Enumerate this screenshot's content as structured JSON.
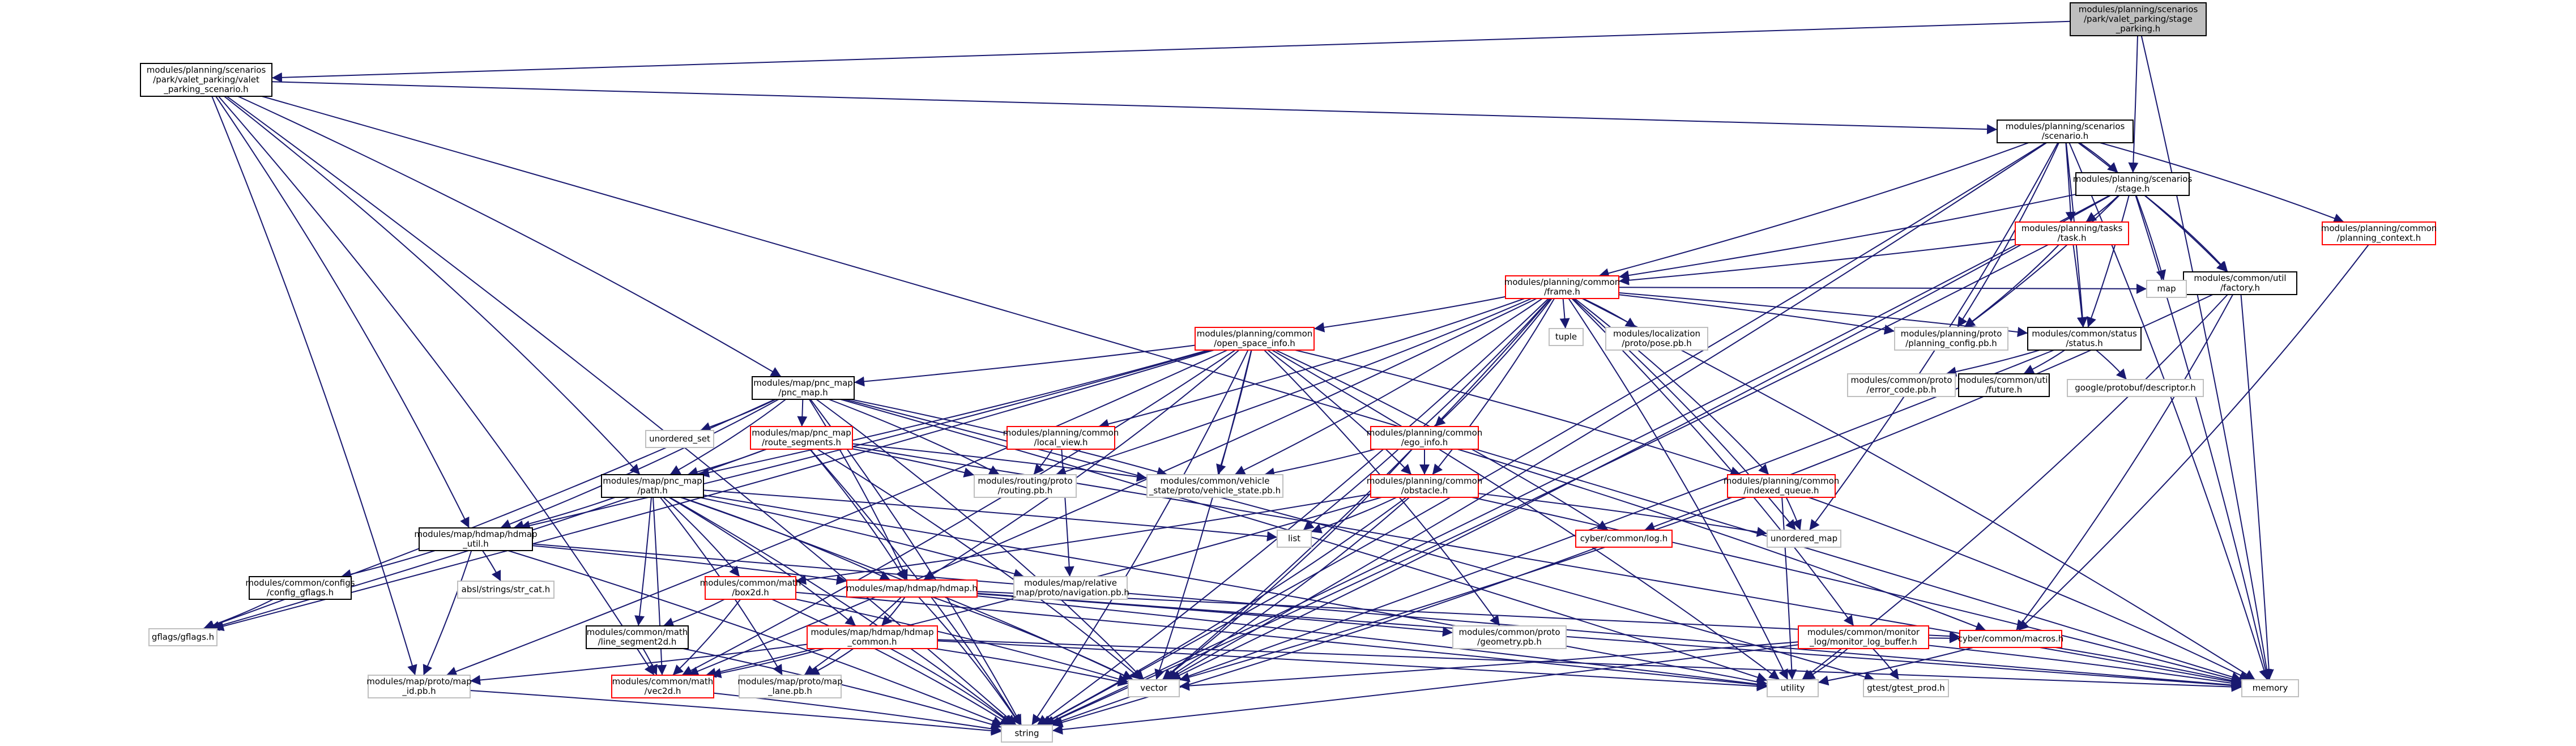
{
  "graph": {
    "edge_color": "#191970",
    "root_fill": "#bfbfbf",
    "highlight_border": "#ff0000",
    "nodes": [
      {
        "id": "n_root",
        "kind": "root",
        "lines": [
          "modules/planning/scenarios",
          "/park/valet_parking/stage",
          "_parking.h"
        ]
      },
      {
        "id": "n_valet",
        "kind": "normal",
        "lines": [
          "modules/planning/scenarios",
          "/park/valet_parking/valet",
          "_parking_scenario.h"
        ]
      },
      {
        "id": "n_scenario",
        "kind": "normal",
        "lines": [
          "modules/planning/scenarios",
          "/scenario.h"
        ]
      },
      {
        "id": "n_stage",
        "kind": "normal",
        "lines": [
          "modules/planning/scenarios",
          "/stage.h"
        ]
      },
      {
        "id": "n_task",
        "kind": "red",
        "lines": [
          "modules/planning/tasks",
          "/task.h"
        ]
      },
      {
        "id": "n_pctx",
        "kind": "red",
        "lines": [
          "modules/planning/common",
          "/planning_context.h"
        ]
      },
      {
        "id": "n_factory",
        "kind": "normal",
        "lines": [
          "modules/common/util",
          "/factory.h"
        ]
      },
      {
        "id": "n_frame",
        "kind": "red",
        "lines": [
          "modules/planning/common",
          "/frame.h"
        ]
      },
      {
        "id": "n_map",
        "kind": "plain",
        "lines": [
          "map"
        ]
      },
      {
        "id": "n_tuple",
        "kind": "plain",
        "lines": [
          "tuple"
        ]
      },
      {
        "id": "n_pose",
        "kind": "plain",
        "lines": [
          "modules/localization",
          "/proto/pose.pb.h"
        ]
      },
      {
        "id": "n_pconf",
        "kind": "plain",
        "lines": [
          "modules/planning/proto",
          "/planning_config.pb.h"
        ]
      },
      {
        "id": "n_status",
        "kind": "normal",
        "lines": [
          "modules/common/status",
          "/status.h"
        ]
      },
      {
        "id": "n_errcode",
        "kind": "plain",
        "lines": [
          "modules/common/proto",
          "/error_code.pb.h"
        ]
      },
      {
        "id": "n_future",
        "kind": "normal",
        "lines": [
          "modules/common/util",
          "/future.h"
        ]
      },
      {
        "id": "n_desc",
        "kind": "plain",
        "lines": [
          "google/protobuf/descriptor.h"
        ]
      },
      {
        "id": "n_osi",
        "kind": "red",
        "lines": [
          "modules/planning/common",
          "/open_space_info.h"
        ]
      },
      {
        "id": "n_pncmap",
        "kind": "normal",
        "lines": [
          "modules/map/pnc_map",
          "/pnc_map.h"
        ]
      },
      {
        "id": "n_unset",
        "kind": "plain",
        "lines": [
          "unordered_set"
        ]
      },
      {
        "id": "n_routeseg",
        "kind": "red",
        "lines": [
          "modules/map/pnc_map",
          "/route_segments.h"
        ]
      },
      {
        "id": "n_localview",
        "kind": "red",
        "lines": [
          "modules/planning/common",
          "/local_view.h"
        ]
      },
      {
        "id": "n_routingpb",
        "kind": "plain",
        "lines": [
          "modules/routing/proto",
          "/routing.pb.h"
        ]
      },
      {
        "id": "n_egoinfo",
        "kind": "red",
        "lines": [
          "modules/planning/common",
          "/ego_info.h"
        ]
      },
      {
        "id": "n_vstate",
        "kind": "plain",
        "lines": [
          "modules/common/vehicle",
          "_state/proto/vehicle_state.pb.h"
        ]
      },
      {
        "id": "n_obstacle",
        "kind": "red",
        "lines": [
          "modules/planning/common",
          "/obstacle.h"
        ]
      },
      {
        "id": "n_iqueue",
        "kind": "red",
        "lines": [
          "modules/planning/common",
          "/indexed_queue.h"
        ]
      },
      {
        "id": "n_path",
        "kind": "normal",
        "lines": [
          "modules/map/pnc_map",
          "/path.h"
        ]
      },
      {
        "id": "n_list",
        "kind": "plain",
        "lines": [
          "list"
        ]
      },
      {
        "id": "n_log",
        "kind": "red",
        "lines": [
          "cyber/common/log.h"
        ]
      },
      {
        "id": "n_umap",
        "kind": "plain",
        "lines": [
          "unordered_map"
        ]
      },
      {
        "id": "n_hmutil",
        "kind": "normal",
        "lines": [
          "modules/map/hdmap/hdmap",
          "_util.h"
        ]
      },
      {
        "id": "n_configs",
        "kind": "normal",
        "lines": [
          "modules/common/configs",
          "/config_gflags.h"
        ]
      },
      {
        "id": "n_strcat",
        "kind": "plain",
        "lines": [
          "absl/strings/str_cat.h"
        ]
      },
      {
        "id": "n_box2d",
        "kind": "red",
        "lines": [
          "modules/common/math",
          "/box2d.h"
        ]
      },
      {
        "id": "n_hdmap",
        "kind": "red",
        "lines": [
          "modules/map/hdmap/hdmap.h"
        ]
      },
      {
        "id": "n_navpb",
        "kind": "plain",
        "lines": [
          "modules/map/relative",
          "_map/proto/navigation.pb.h"
        ]
      },
      {
        "id": "n_gflags",
        "kind": "plain",
        "lines": [
          "gflags/gflags.h"
        ]
      },
      {
        "id": "n_lineseg",
        "kind": "normal",
        "lines": [
          "modules/common/math",
          "/line_segment2d.h"
        ]
      },
      {
        "id": "n_hdcommon",
        "kind": "red",
        "lines": [
          "modules/map/hdmap/hdmap",
          "_common.h"
        ]
      },
      {
        "id": "n_geompb",
        "kind": "plain",
        "lines": [
          "modules/common/proto",
          "/geometry.pb.h"
        ]
      },
      {
        "id": "n_monitor",
        "kind": "red",
        "lines": [
          "modules/common/monitor",
          "_log/monitor_log_buffer.h"
        ]
      },
      {
        "id": "n_macros",
        "kind": "red",
        "lines": [
          "cyber/common/macros.h"
        ]
      },
      {
        "id": "n_mapid",
        "kind": "plain",
        "lines": [
          "modules/map/proto/map",
          "_id.pb.h"
        ]
      },
      {
        "id": "n_vec2d",
        "kind": "red",
        "lines": [
          "modules/common/math",
          "/vec2d.h"
        ]
      },
      {
        "id": "n_maplane",
        "kind": "plain",
        "lines": [
          "modules/map/proto/map",
          "_lane.pb.h"
        ]
      },
      {
        "id": "n_vector",
        "kind": "plain",
        "lines": [
          "vector"
        ]
      },
      {
        "id": "n_utility",
        "kind": "plain",
        "lines": [
          "utility"
        ]
      },
      {
        "id": "n_gtest",
        "kind": "plain",
        "lines": [
          "gtest/gtest_prod.h"
        ]
      },
      {
        "id": "n_memory",
        "kind": "plain",
        "lines": [
          "memory"
        ]
      },
      {
        "id": "n_string",
        "kind": "plain",
        "lines": [
          "string"
        ]
      }
    ]
  }
}
